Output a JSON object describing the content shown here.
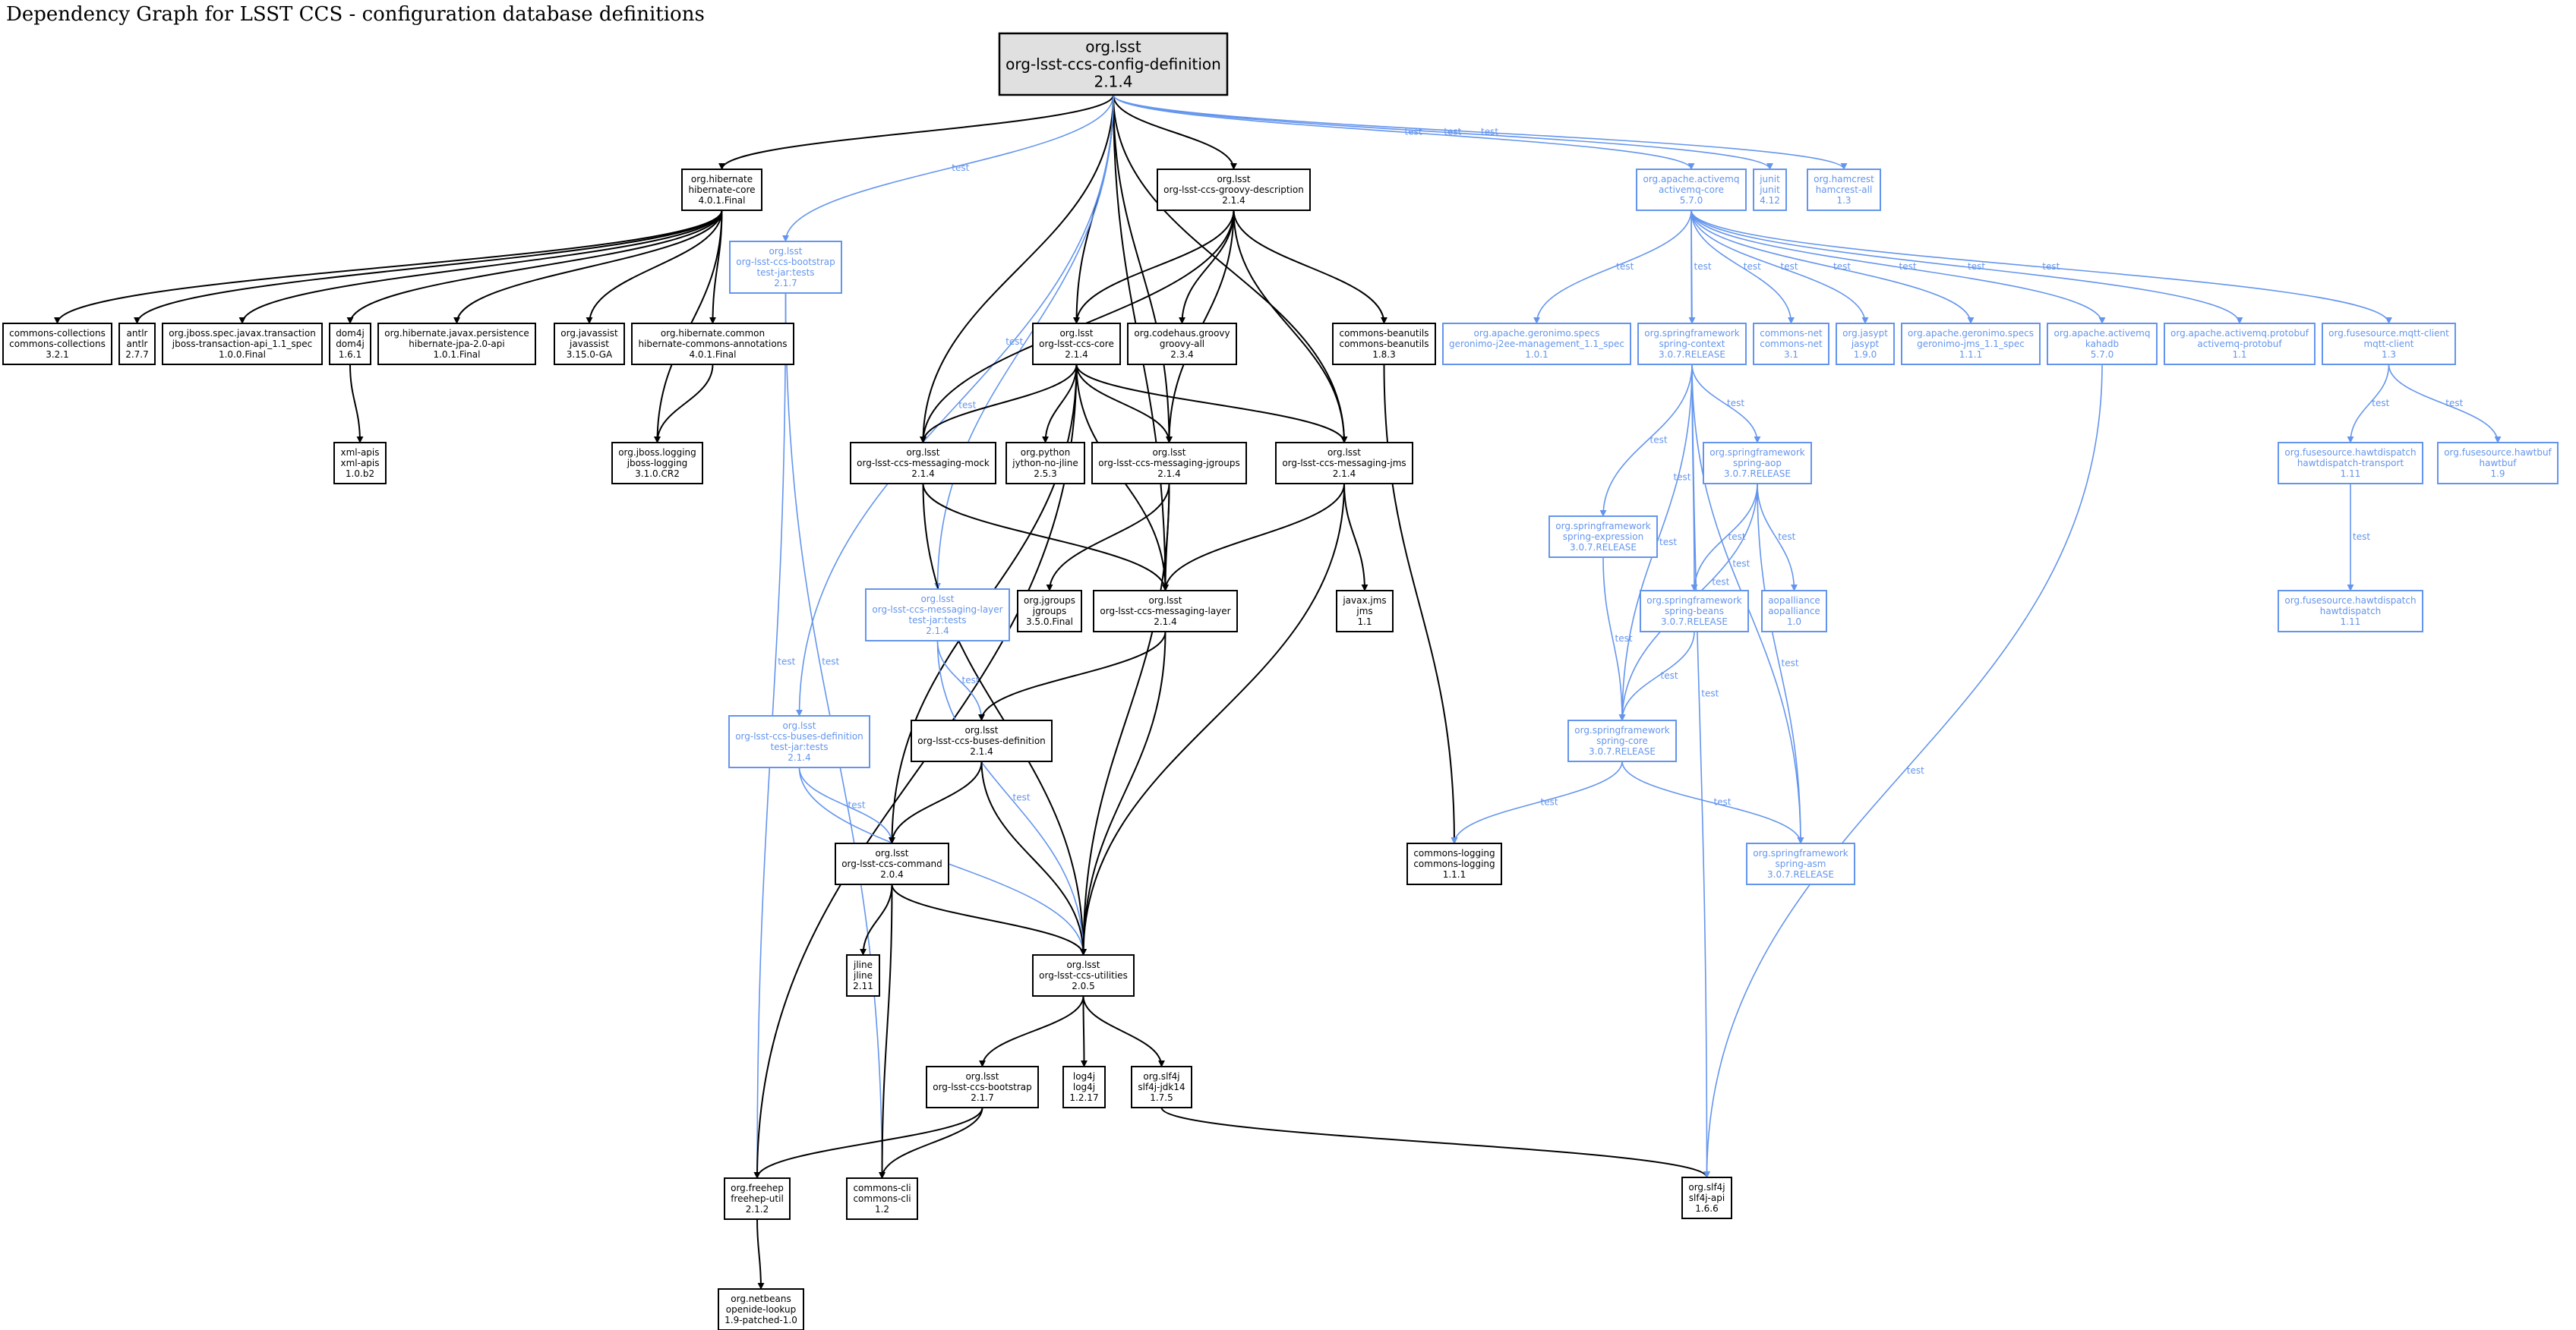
{
  "title": "Dependency Graph for LSST CCS - configuration database definitions",
  "colors": {
    "compile": "#000000",
    "test": "#6495ed",
    "root_fill": "#e0e0e0"
  },
  "edge_label": "test",
  "nodes": [
    {
      "id": "root",
      "lines": [
        "org.lsst",
        "org-lsst-ccs-config-definition",
        "2.1.4"
      ],
      "kind": "root"
    },
    {
      "id": "hibernate-core",
      "lines": [
        "org.hibernate",
        "hibernate-core",
        "4.0.1.Final"
      ]
    },
    {
      "id": "bootstrap-tests",
      "lines": [
        "org.lsst",
        "org-lsst-ccs-bootstrap",
        "test-jar:tests",
        "2.1.7"
      ],
      "kind": "test"
    },
    {
      "id": "groovy-description",
      "lines": [
        "org.lsst",
        "org-lsst-ccs-groovy-description",
        "2.1.4"
      ]
    },
    {
      "id": "activemq-core",
      "lines": [
        "org.apache.activemq",
        "activemq-core",
        "5.7.0"
      ],
      "kind": "test"
    },
    {
      "id": "junit",
      "lines": [
        "junit",
        "junit",
        "4.12"
      ],
      "kind": "test"
    },
    {
      "id": "hamcrest",
      "lines": [
        "org.hamcrest",
        "hamcrest-all",
        "1.3"
      ],
      "kind": "test"
    },
    {
      "id": "commons-collections",
      "lines": [
        "commons-collections",
        "commons-collections",
        "3.2.1"
      ]
    },
    {
      "id": "antlr",
      "lines": [
        "antlr",
        "antlr",
        "2.7.7"
      ]
    },
    {
      "id": "jboss-transaction",
      "lines": [
        "org.jboss.spec.javax.transaction",
        "jboss-transaction-api_1.1_spec",
        "1.0.0.Final"
      ]
    },
    {
      "id": "dom4j",
      "lines": [
        "dom4j",
        "dom4j",
        "1.6.1"
      ]
    },
    {
      "id": "hibernate-jpa",
      "lines": [
        "org.hibernate.javax.persistence",
        "hibernate-jpa-2.0-api",
        "1.0.1.Final"
      ]
    },
    {
      "id": "javassist",
      "lines": [
        "org.javassist",
        "javassist",
        "3.15.0-GA"
      ]
    },
    {
      "id": "hibernate-commons",
      "lines": [
        "org.hibernate.common",
        "hibernate-commons-annotations",
        "4.0.1.Final"
      ]
    },
    {
      "id": "ccs-core",
      "lines": [
        "org.lsst",
        "org-lsst-ccs-core",
        "2.1.4"
      ]
    },
    {
      "id": "groovy-all",
      "lines": [
        "org.codehaus.groovy",
        "groovy-all",
        "2.3.4"
      ]
    },
    {
      "id": "commons-beanutils",
      "lines": [
        "commons-beanutils",
        "commons-beanutils",
        "1.8.3"
      ]
    },
    {
      "id": "geronimo-j2ee",
      "lines": [
        "org.apache.geronimo.specs",
        "geronimo-j2ee-management_1.1_spec",
        "1.0.1"
      ],
      "kind": "test"
    },
    {
      "id": "spring-context",
      "lines": [
        "org.springframework",
        "spring-context",
        "3.0.7.RELEASE"
      ],
      "kind": "test"
    },
    {
      "id": "commons-net",
      "lines": [
        "commons-net",
        "commons-net",
        "3.1"
      ],
      "kind": "test"
    },
    {
      "id": "jasypt",
      "lines": [
        "org.jasypt",
        "jasypt",
        "1.9.0"
      ],
      "kind": "test"
    },
    {
      "id": "geronimo-jms",
      "lines": [
        "org.apache.geronimo.specs",
        "geronimo-jms_1.1_spec",
        "1.1.1"
      ],
      "kind": "test"
    },
    {
      "id": "kahadb",
      "lines": [
        "org.apache.activemq",
        "kahadb",
        "5.7.0"
      ],
      "kind": "test"
    },
    {
      "id": "activemq-protobuf",
      "lines": [
        "org.apache.activemq.protobuf",
        "activemq-protobuf",
        "1.1"
      ],
      "kind": "test"
    },
    {
      "id": "mqtt-client",
      "lines": [
        "org.fusesource.mqtt-client",
        "mqtt-client",
        "1.3"
      ],
      "kind": "test"
    },
    {
      "id": "xml-apis",
      "lines": [
        "xml-apis",
        "xml-apis",
        "1.0.b2"
      ]
    },
    {
      "id": "jboss-logging",
      "lines": [
        "org.jboss.logging",
        "jboss-logging",
        "3.1.0.CR2"
      ]
    },
    {
      "id": "messaging-mock",
      "lines": [
        "org.lsst",
        "org-lsst-ccs-messaging-mock",
        "2.1.4"
      ]
    },
    {
      "id": "jython",
      "lines": [
        "org.python",
        "jython-no-jline",
        "2.5.3"
      ]
    },
    {
      "id": "messaging-jgroups",
      "lines": [
        "org.lsst",
        "org-lsst-ccs-messaging-jgroups",
        "2.1.4"
      ]
    },
    {
      "id": "messaging-jms",
      "lines": [
        "org.lsst",
        "org-lsst-ccs-messaging-jms",
        "2.1.4"
      ]
    },
    {
      "id": "spring-aop",
      "lines": [
        "org.springframework",
        "spring-aop",
        "3.0.7.RELEASE"
      ],
      "kind": "test"
    },
    {
      "id": "hawtdispatch-transport",
      "lines": [
        "org.fusesource.hawtdispatch",
        "hawtdispatch-transport",
        "1.11"
      ],
      "kind": "test"
    },
    {
      "id": "hawtbuf",
      "lines": [
        "org.fusesource.hawtbuf",
        "hawtbuf",
        "1.9"
      ],
      "kind": "test"
    },
    {
      "id": "spring-expression",
      "lines": [
        "org.springframework",
        "spring-expression",
        "3.0.7.RELEASE"
      ],
      "kind": "test"
    },
    {
      "id": "messaging-layer-tests",
      "lines": [
        "org.lsst",
        "org-lsst-ccs-messaging-layer",
        "test-jar:tests",
        "2.1.4"
      ],
      "kind": "test"
    },
    {
      "id": "jgroups",
      "lines": [
        "org.jgroups",
        "jgroups",
        "3.5.0.Final"
      ]
    },
    {
      "id": "messaging-layer",
      "lines": [
        "org.lsst",
        "org-lsst-ccs-messaging-layer",
        "2.1.4"
      ]
    },
    {
      "id": "jms",
      "lines": [
        "javax.jms",
        "jms",
        "1.1"
      ]
    },
    {
      "id": "spring-beans",
      "lines": [
        "org.springframework",
        "spring-beans",
        "3.0.7.RELEASE"
      ],
      "kind": "test"
    },
    {
      "id": "aopalliance",
      "lines": [
        "aopalliance",
        "aopalliance",
        "1.0"
      ],
      "kind": "test"
    },
    {
      "id": "hawtdispatch",
      "lines": [
        "org.fusesource.hawtdispatch",
        "hawtdispatch",
        "1.11"
      ],
      "kind": "test"
    },
    {
      "id": "buses-definition-tests",
      "lines": [
        "org.lsst",
        "org-lsst-ccs-buses-definition",
        "test-jar:tests",
        "2.1.4"
      ],
      "kind": "test"
    },
    {
      "id": "buses-definition",
      "lines": [
        "org.lsst",
        "org-lsst-ccs-buses-definition",
        "2.1.4"
      ]
    },
    {
      "id": "spring-core",
      "lines": [
        "org.springframework",
        "spring-core",
        "3.0.7.RELEASE"
      ],
      "kind": "test"
    },
    {
      "id": "ccs-command",
      "lines": [
        "org.lsst",
        "org-lsst-ccs-command",
        "2.0.4"
      ]
    },
    {
      "id": "commons-logging",
      "lines": [
        "commons-logging",
        "commons-logging",
        "1.1.1"
      ]
    },
    {
      "id": "spring-asm",
      "lines": [
        "org.springframework",
        "spring-asm",
        "3.0.7.RELEASE"
      ],
      "kind": "test"
    },
    {
      "id": "jline",
      "lines": [
        "jline",
        "jline",
        "2.11"
      ]
    },
    {
      "id": "ccs-utilities",
      "lines": [
        "org.lsst",
        "org-lsst-ccs-utilities",
        "2.0.5"
      ]
    },
    {
      "id": "ccs-bootstrap",
      "lines": [
        "org.lsst",
        "org-lsst-ccs-bootstrap",
        "2.1.7"
      ]
    },
    {
      "id": "log4j",
      "lines": [
        "log4j",
        "log4j",
        "1.2.17"
      ]
    },
    {
      "id": "slf4j-jdk14",
      "lines": [
        "org.slf4j",
        "slf4j-jdk14",
        "1.7.5"
      ]
    },
    {
      "id": "slf4j-api",
      "lines": [
        "org.slf4j",
        "slf4j-api",
        "1.6.6"
      ]
    },
    {
      "id": "freehep-util",
      "lines": [
        "org.freehep",
        "freehep-util",
        "2.1.2"
      ]
    },
    {
      "id": "commons-cli",
      "lines": [
        "commons-cli",
        "commons-cli",
        "1.2"
      ]
    },
    {
      "id": "openide-lookup",
      "lines": [
        "org.netbeans",
        "openide-lookup",
        "1.9-patched-1.0"
      ]
    }
  ],
  "edges": [
    {
      "from": "root",
      "to": "hibernate-core"
    },
    {
      "from": "root",
      "to": "bootstrap-tests",
      "test": true,
      "label": true
    },
    {
      "from": "root",
      "to": "groovy-description"
    },
    {
      "from": "root",
      "to": "activemq-core",
      "test": true,
      "label": true
    },
    {
      "from": "root",
      "to": "junit",
      "test": true,
      "label": true
    },
    {
      "from": "root",
      "to": "hamcrest",
      "test": true,
      "label": true
    },
    {
      "from": "root",
      "to": "ccs-core"
    },
    {
      "from": "root",
      "to": "messaging-mock"
    },
    {
      "from": "root",
      "to": "messaging-jgroups"
    },
    {
      "from": "root",
      "to": "messaging-jms"
    },
    {
      "from": "root",
      "to": "messaging-layer"
    },
    {
      "from": "root",
      "to": "messaging-layer-tests",
      "test": true,
      "label": true
    },
    {
      "from": "root",
      "to": "buses-definition-tests",
      "test": true,
      "label": true
    },
    {
      "from": "hibernate-core",
      "to": "commons-collections"
    },
    {
      "from": "hibernate-core",
      "to": "antlr"
    },
    {
      "from": "hibernate-core",
      "to": "jboss-transaction"
    },
    {
      "from": "hibernate-core",
      "to": "dom4j"
    },
    {
      "from": "hibernate-core",
      "to": "hibernate-jpa"
    },
    {
      "from": "hibernate-core",
      "to": "javassist"
    },
    {
      "from": "hibernate-core",
      "to": "hibernate-commons"
    },
    {
      "from": "hibernate-core",
      "to": "jboss-logging"
    },
    {
      "from": "hibernate-commons",
      "to": "jboss-logging"
    },
    {
      "from": "dom4j",
      "to": "xml-apis"
    },
    {
      "from": "bootstrap-tests",
      "to": "freehep-util",
      "test": true,
      "label": true
    },
    {
      "from": "bootstrap-tests",
      "to": "commons-cli",
      "test": true,
      "label": true
    },
    {
      "from": "groovy-description",
      "to": "ccs-core"
    },
    {
      "from": "groovy-description",
      "to": "groovy-all"
    },
    {
      "from": "groovy-description",
      "to": "commons-beanutils"
    },
    {
      "from": "groovy-description",
      "to": "messaging-mock"
    },
    {
      "from": "groovy-description",
      "to": "messaging-jgroups"
    },
    {
      "from": "groovy-description",
      "to": "messaging-jms"
    },
    {
      "from": "commons-beanutils",
      "to": "commons-logging"
    },
    {
      "from": "ccs-core",
      "to": "messaging-mock"
    },
    {
      "from": "ccs-core",
      "to": "jython"
    },
    {
      "from": "ccs-core",
      "to": "messaging-jgroups"
    },
    {
      "from": "ccs-core",
      "to": "messaging-jms"
    },
    {
      "from": "ccs-core",
      "to": "messaging-layer"
    },
    {
      "from": "ccs-core",
      "to": "ccs-command"
    },
    {
      "from": "ccs-core",
      "to": "freehep-util"
    },
    {
      "from": "messaging-mock",
      "to": "messaging-layer"
    },
    {
      "from": "messaging-mock",
      "to": "ccs-utilities"
    },
    {
      "from": "messaging-jgroups",
      "to": "jgroups"
    },
    {
      "from": "messaging-jgroups",
      "to": "messaging-layer"
    },
    {
      "from": "messaging-jgroups",
      "to": "ccs-utilities"
    },
    {
      "from": "messaging-jms",
      "to": "messaging-layer"
    },
    {
      "from": "messaging-jms",
      "to": "jms"
    },
    {
      "from": "messaging-jms",
      "to": "ccs-utilities"
    },
    {
      "from": "messaging-layer-tests",
      "to": "buses-definition",
      "test": true,
      "label": true
    },
    {
      "from": "messaging-layer-tests",
      "to": "ccs-utilities",
      "test": true,
      "label": true
    },
    {
      "from": "messaging-layer",
      "to": "buses-definition"
    },
    {
      "from": "messaging-layer",
      "to": "ccs-utilities"
    },
    {
      "from": "buses-definition-tests",
      "to": "ccs-command",
      "test": true,
      "label": true
    },
    {
      "from": "buses-definition-tests",
      "to": "ccs-utilities",
      "test": true
    },
    {
      "from": "buses-definition",
      "to": "ccs-command"
    },
    {
      "from": "buses-definition",
      "to": "ccs-utilities"
    },
    {
      "from": "ccs-command",
      "to": "jline"
    },
    {
      "from": "ccs-command",
      "to": "ccs-utilities"
    },
    {
      "from": "ccs-command",
      "to": "commons-cli"
    },
    {
      "from": "ccs-utilities",
      "to": "ccs-bootstrap"
    },
    {
      "from": "ccs-utilities",
      "to": "log4j"
    },
    {
      "from": "ccs-utilities",
      "to": "slf4j-jdk14"
    },
    {
      "from": "ccs-bootstrap",
      "to": "freehep-util"
    },
    {
      "from": "ccs-bootstrap",
      "to": "commons-cli"
    },
    {
      "from": "slf4j-jdk14",
      "to": "slf4j-api"
    },
    {
      "from": "freehep-util",
      "to": "openide-lookup"
    },
    {
      "from": "activemq-core",
      "to": "geronimo-j2ee",
      "test": true,
      "label": true
    },
    {
      "from": "activemq-core",
      "to": "spring-context",
      "test": true,
      "label": true
    },
    {
      "from": "activemq-core",
      "to": "commons-net",
      "test": true,
      "label": true
    },
    {
      "from": "activemq-core",
      "to": "jasypt",
      "test": true,
      "label": true
    },
    {
      "from": "activemq-core",
      "to": "geronimo-jms",
      "test": true,
      "label": true
    },
    {
      "from": "activemq-core",
      "to": "kahadb",
      "test": true,
      "label": true
    },
    {
      "from": "activemq-core",
      "to": "activemq-protobuf",
      "test": true,
      "label": true
    },
    {
      "from": "activemq-core",
      "to": "mqtt-client",
      "test": true,
      "label": true
    },
    {
      "from": "activemq-core",
      "to": "slf4j-api",
      "test": true,
      "label": true
    },
    {
      "from": "kahadb",
      "to": "slf4j-api",
      "test": true,
      "label": true
    },
    {
      "from": "spring-context",
      "to": "spring-aop",
      "test": true,
      "label": true
    },
    {
      "from": "spring-context",
      "to": "spring-expression",
      "test": true,
      "label": true
    },
    {
      "from": "spring-context",
      "to": "spring-beans",
      "test": true,
      "label": true
    },
    {
      "from": "spring-context",
      "to": "spring-core",
      "test": true,
      "label": true
    },
    {
      "from": "spring-context",
      "to": "spring-asm",
      "test": true,
      "label": true
    },
    {
      "from": "spring-aop",
      "to": "spring-beans",
      "test": true,
      "label": true
    },
    {
      "from": "spring-aop",
      "to": "aopalliance",
      "test": true,
      "label": true
    },
    {
      "from": "spring-aop",
      "to": "spring-core",
      "test": true,
      "label": true
    },
    {
      "from": "spring-aop",
      "to": "spring-asm",
      "test": true,
      "label": true
    },
    {
      "from": "spring-expression",
      "to": "spring-core",
      "test": true,
      "label": true
    },
    {
      "from": "spring-beans",
      "to": "spring-core",
      "test": true,
      "label": true
    },
    {
      "from": "spring-core",
      "to": "commons-logging",
      "test": true,
      "label": true
    },
    {
      "from": "spring-core",
      "to": "spring-asm",
      "test": true,
      "label": true
    },
    {
      "from": "mqtt-client",
      "to": "hawtdispatch-transport",
      "test": true,
      "label": true
    },
    {
      "from": "mqtt-client",
      "to": "hawtbuf",
      "test": true,
      "label": true
    },
    {
      "from": "hawtdispatch-transport",
      "to": "hawtdispatch",
      "test": true,
      "label": true
    }
  ]
}
